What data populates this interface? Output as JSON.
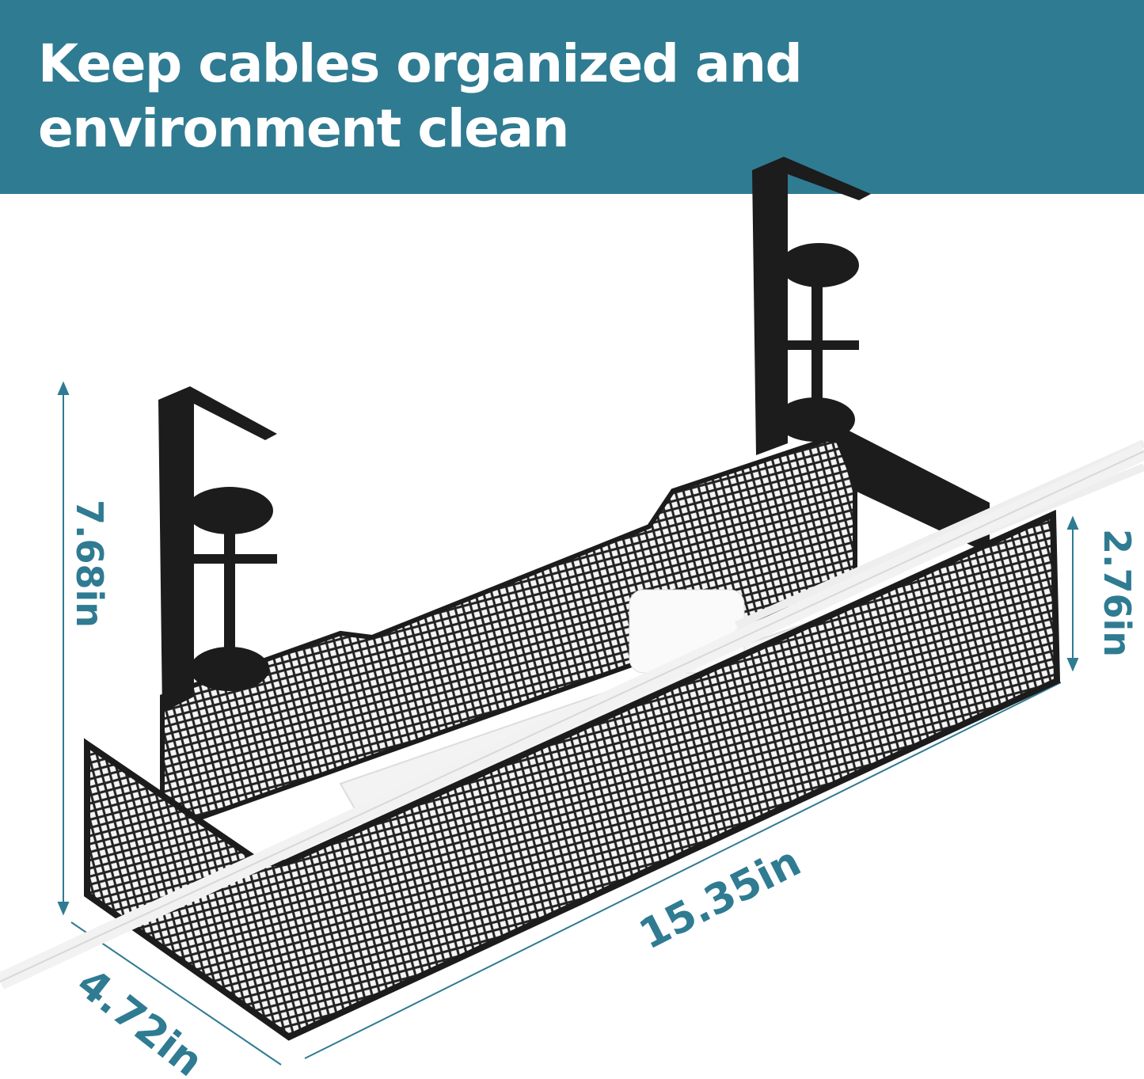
{
  "banner": {
    "headline_line1": "Keep cables organized and",
    "headline_line2": "environment clean",
    "color": "#2f7b92"
  },
  "dimensions": {
    "height": "7.68in",
    "basket_height": "2.76in",
    "length": "15.35in",
    "width": "4.72in"
  },
  "colors": {
    "dimension": "#2f7b92",
    "product": "#1c1c1c"
  }
}
